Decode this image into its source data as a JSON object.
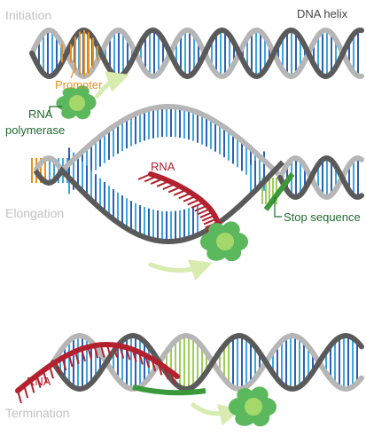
{
  "stages": {
    "initiation": "Initiation",
    "elongation": "Elongation",
    "termination": "Termination"
  },
  "labels": {
    "dna_helix": "DNA helix",
    "promoter": "Promoter",
    "rna_polymerase_line1": "RNA",
    "rna_polymerase_line2": "polymerase",
    "rna_elongation": "RNA",
    "stop_sequence": "Stop sequence",
    "rna_termination": "RNA"
  },
  "colors": {
    "strand_dark": "#5a5a5a",
    "strand_light": "#b6b6b6",
    "rung_blue": "#2e5fb0",
    "rung_cyan": "#3aa8e0",
    "promoter": "#e8901a",
    "rna": "#b3202e",
    "polymerase": "#5cb85c",
    "polymerase_core": "#a4d86a",
    "stop": "#3a9a3a",
    "stop_light": "#9ccf5a",
    "arrow": "#d8ebb0",
    "label_green": "#1e6b2e",
    "label_red": "#b3202e",
    "label_orange": "#e8901a",
    "label_gray": "#444444"
  }
}
